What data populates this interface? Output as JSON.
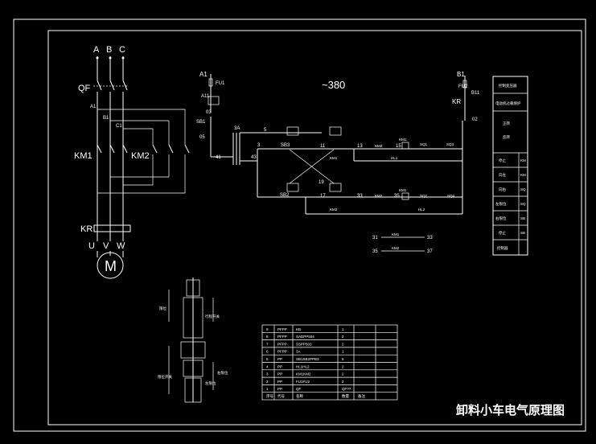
{
  "drawing": {
    "title": "卸料小车电气原理图",
    "voltage": "~380"
  },
  "power_circuit": {
    "phases": [
      "A",
      "B",
      "C"
    ],
    "breaker": "QF",
    "points": [
      "A1",
      "B1",
      "C1"
    ],
    "contactors": [
      "KM1",
      "KM2"
    ],
    "thermal_relay": "KR",
    "motor_terminals": [
      "U",
      "V",
      "W"
    ],
    "motor": "M"
  },
  "control_circuit": {
    "left_supply": "A1",
    "left_fuse": "FU1",
    "left_point": "A11",
    "left_kr_contact": "03",
    "switch": "SB1",
    "node_05": "05",
    "transformer_rating": "3A",
    "node_41": "41",
    "node_43": "43",
    "node_3": "3",
    "node_5": "5",
    "node_11": "11",
    "node_13": "13",
    "node_15": "15",
    "node_17": "17",
    "node_19": "19",
    "node_33": "33",
    "node_35": "35",
    "sb_top": "SB3",
    "sb_bottom": "SB2",
    "km_labels": [
      "KM2",
      "KM1",
      "KM1",
      "KM2",
      "KM1",
      "KM2"
    ],
    "sq_labels": [
      "SQ1",
      "SQ3",
      "SQ2",
      "SQ4"
    ],
    "lamps": [
      "HL1",
      "HL2"
    ],
    "right_supply": "B1",
    "right_fuse": "FU2",
    "right_point": "B11",
    "right_kr": "KR",
    "right_node": "02"
  },
  "aux_contacts": [
    {
      "left": "31",
      "label": "KM1",
      "right": "33"
    },
    {
      "left": "35",
      "label": "KM2",
      "right": "37"
    }
  ],
  "legend_table": {
    "rows": [
      "控制变压器",
      "电动机过载保护",
      "正转",
      "反转",
      "停止",
      "向左",
      "向右",
      "左限位",
      "右限位",
      "停止",
      "控制器"
    ],
    "right_codes": [
      "KM",
      "KM",
      "SQ",
      "SQ",
      "SB",
      "SB"
    ]
  },
  "bom": {
    "rows": [
      [
        "9",
        "PFPP",
        "KB",
        "1"
      ],
      [
        "8",
        "PFPP",
        "SADPP504",
        "2"
      ],
      [
        "7",
        "PFPP",
        "SSPP503",
        "2"
      ],
      [
        "6",
        "PFPP",
        "3A",
        "1"
      ],
      [
        "5",
        "PP",
        "SB1SB2PPB3",
        "5"
      ],
      [
        "4",
        "PP",
        "HL1HL2",
        "2"
      ],
      [
        "3",
        "PP",
        "KM1KM2",
        "2"
      ],
      [
        "2",
        "PP",
        "FU1FU2",
        "2"
      ],
      [
        "1",
        "PP",
        "QF",
        "QF??"
      ]
    ],
    "header": [
      "序号",
      "代号",
      "名称",
      "数量",
      "备注"
    ]
  },
  "side_figure": {
    "labels": [
      "限位",
      "行程开关",
      "限位开关",
      "左限位",
      "右限位"
    ]
  }
}
